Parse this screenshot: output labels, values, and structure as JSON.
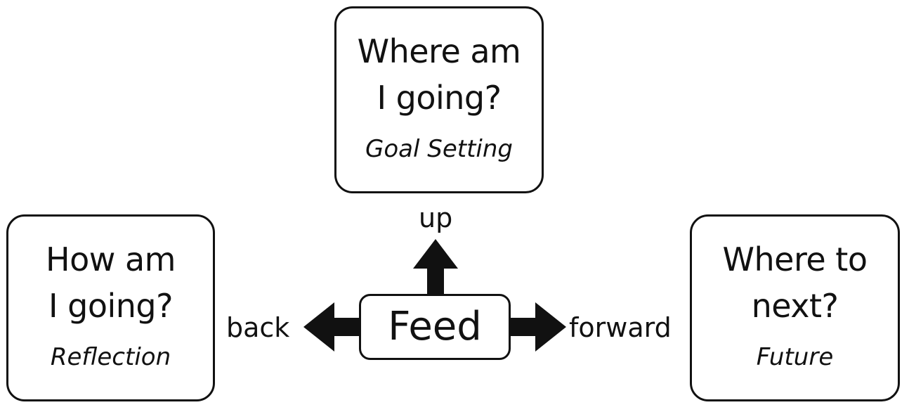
{
  "center": {
    "label": "Feed"
  },
  "boxes": {
    "up": {
      "line1": "Where am",
      "line2": "I going?",
      "caption": "Goal Setting"
    },
    "back": {
      "line1": "How am",
      "line2": "I going?",
      "caption": "Reflection"
    },
    "forward": {
      "line1": "Where to",
      "line2": "next?",
      "caption": "Future"
    }
  },
  "arrows": {
    "up": "up",
    "back": "back",
    "forward": "forward"
  }
}
